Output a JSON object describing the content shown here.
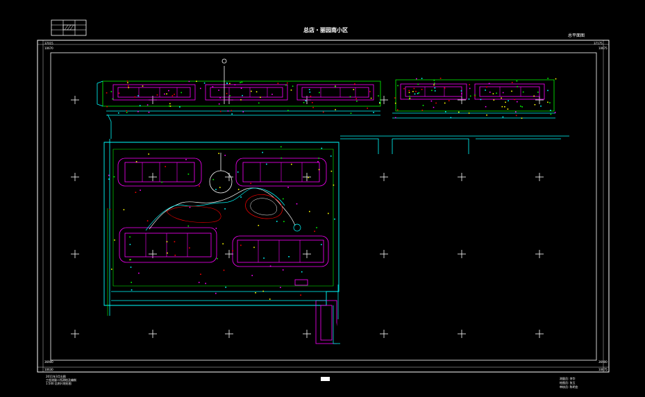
{
  "header": {
    "title": "总店・丽园南小区",
    "drawing_name": "总平面图"
  },
  "coords": {
    "top_left": "37015",
    "top_right": "37175",
    "top_left_sub": "10670",
    "top_right_sub": "10675",
    "bottom_left": "36900",
    "bottom_right": "36900",
    "bottom_left_sub": "10630",
    "bottom_right_sub": "10675"
  },
  "footer": {
    "left_lines": [
      "2011年3月出图",
      "工程测量二所测绘及编制",
      "1:500 比例尺地形图"
    ],
    "right_lines": [
      "测量员: 李华",
      "绘图员: 张玉",
      "审核员: 陈明金"
    ]
  },
  "colors": {
    "background": "#000000",
    "frame": "#ffffff",
    "building": "#ff00ff",
    "road": "#00ffff",
    "vegetation": "#00ff00",
    "annotation": "#ffff00",
    "label": "#ff0000",
    "path": "#ffffff"
  },
  "icons": [
    "crosshair-grid-icon",
    "north-arrow-icon",
    "hatch-titleblock-icon"
  ]
}
